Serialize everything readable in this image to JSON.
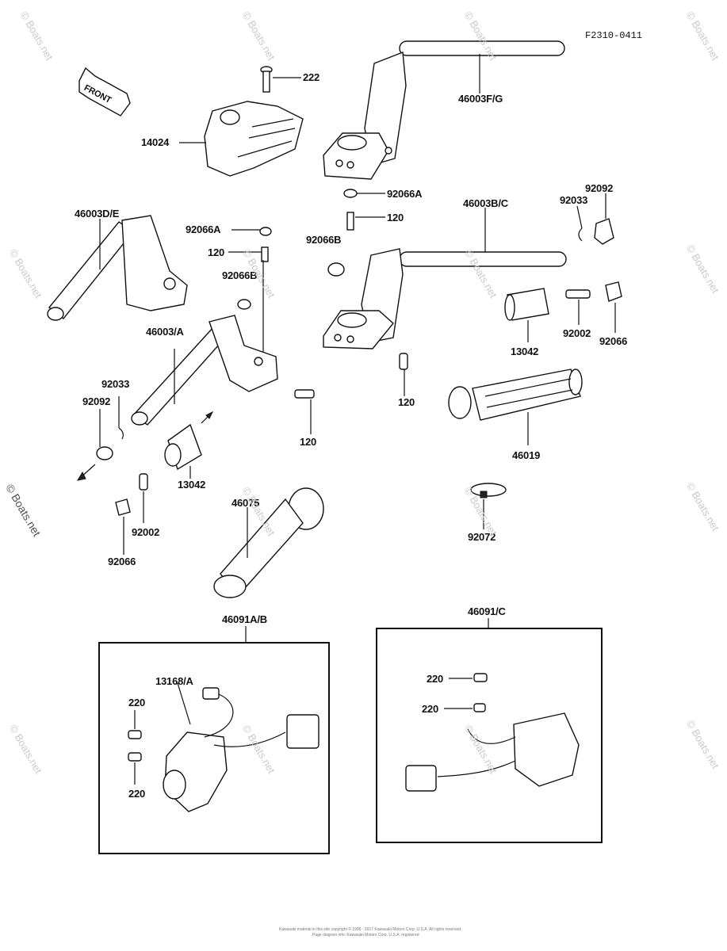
{
  "diagram_code": "F2310-0411",
  "front_arrow_text": "FRONT",
  "watermark": "© Boats.net",
  "footer_line_1": "Kawasaki material in this site copyright © 1995 - 2017 Kawasaki Motors Corp. U.S.A. All rights reserved.",
  "footer_line_2": "Page diagram info: Kawasaki Motors Corp. U.S.A. registered",
  "parts": {
    "p222": "222",
    "p14024": "14024",
    "p46003fg": "46003F/G",
    "p46003de": "46003D/E",
    "p92066a_1": "92066A",
    "p92066a_2": "92066A",
    "p120_1": "120",
    "p120_2": "120",
    "p120_3": "120",
    "p120_4": "120",
    "p92066b_1": "92066B",
    "p92066b_2": "92066B",
    "p46003bc": "46003B/C",
    "p92033_1": "92033",
    "p92033_2": "92033",
    "p92092_1": "92092",
    "p92092_2": "92092",
    "p46003a": "46003/A",
    "p92002_1": "92002",
    "p92002_2": "92002",
    "p92066_1": "92066",
    "p92066_2": "92066",
    "p13042_1": "13042",
    "p13042_2": "13042",
    "p46019": "46019",
    "p46075": "46075",
    "p92072": "92072",
    "p46091ab": "46091A/B",
    "p46091c": "46091/C",
    "p13168a": "13168/A",
    "p220_1": "220",
    "p220_2": "220",
    "p220_3": "220",
    "p220_4": "220"
  }
}
